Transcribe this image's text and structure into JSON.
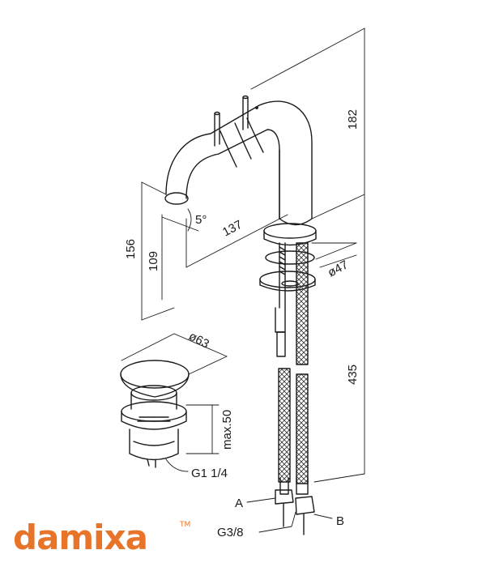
{
  "brand": {
    "name": "damixa",
    "trademark": "TM",
    "color": "#e8742a"
  },
  "faucet_dimensions": {
    "total_height": "182",
    "hose_length": "435",
    "height_156": "156",
    "height_109": "109",
    "reach": "137",
    "angle": "5°",
    "base_diameter": "ø47"
  },
  "drain_dimensions": {
    "cap_diameter": "ø63",
    "max_height": "max.50",
    "thread": "G1 1/4"
  },
  "connection_labels": {
    "a": "A",
    "b": "B",
    "thread": "G3/8"
  },
  "line_color": "#1a1a1a"
}
